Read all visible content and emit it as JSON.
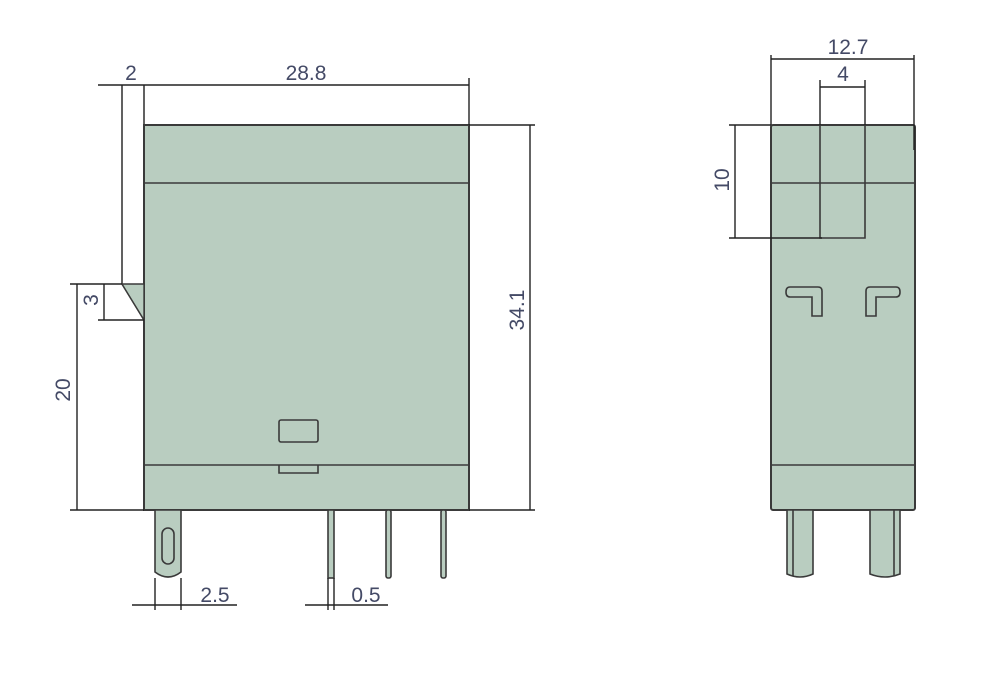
{
  "colors": {
    "body_fill": "#b9cdc0",
    "outline": "#3a3a3a",
    "label": "#444a66"
  },
  "side_view": {
    "dims": {
      "tab_width": "2",
      "width": "28.8",
      "height": "34.1",
      "latch_height": "20",
      "latch_size": "3",
      "pin_width": "2.5",
      "pin_thickness": "0.5"
    }
  },
  "end_view": {
    "dims": {
      "width": "12.7",
      "slot_width": "4",
      "slot_depth": "10"
    }
  }
}
